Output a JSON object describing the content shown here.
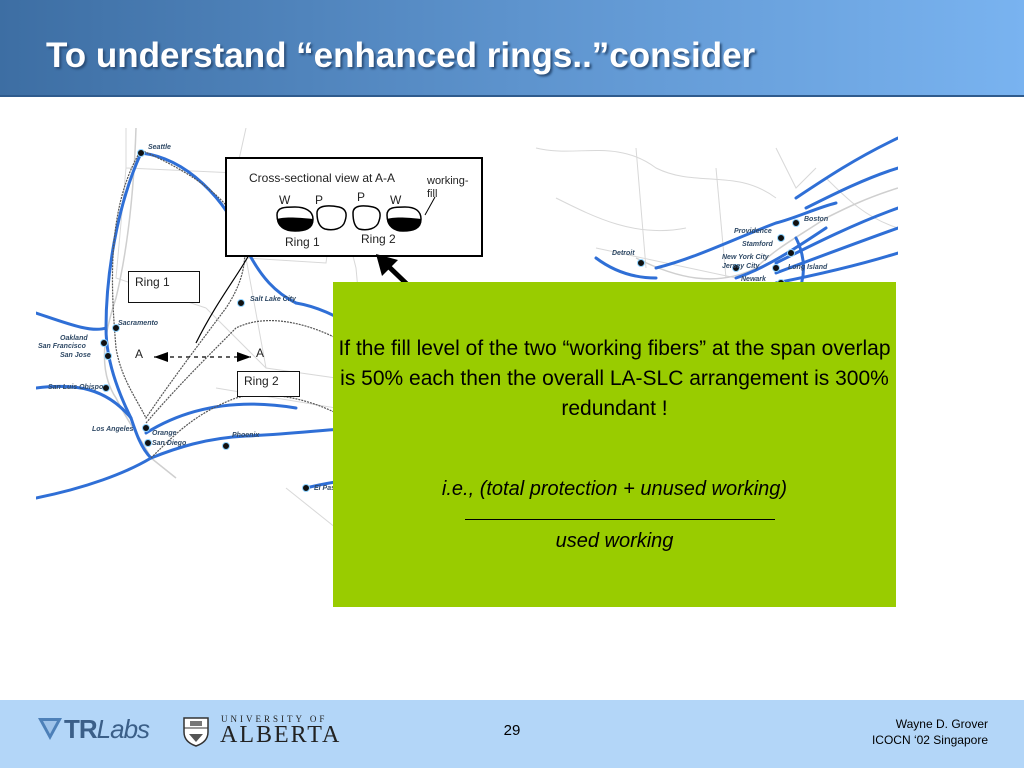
{
  "slide": {
    "title": "To understand “enhanced rings..”consider"
  },
  "map": {
    "ring1_label": "Ring 1",
    "ring2_label": "Ring 2",
    "span_end_left": "A",
    "span_end_right": "A",
    "cities": [
      "Seattle",
      "Sacramento",
      "Oakland",
      "San Francisco",
      "San Jose",
      "San Luis Obispo",
      "Los Angeles",
      "Orange",
      "San Diego",
      "Salt Lake City",
      "Phoenix",
      "El Paso",
      "Detroit",
      "Boston",
      "Providence",
      "Stamford",
      "New York City",
      "Jersey City",
      "Long Island",
      "Newark"
    ]
  },
  "inset": {
    "caption": "Cross-sectional view at A-A",
    "working_fill_label": "working-\nfill",
    "fiber_labels": [
      "W",
      "P",
      "P",
      "W"
    ],
    "ring1_label": "Ring 1",
    "ring2_label": "Ring 2"
  },
  "callout": {
    "main_text": "If the fill level of the two “working fibers” at the span overlap is 50% each then the overall LA-SLC arrangement is 300% redundant !",
    "numerator": "i.e.,   (total protection + unused working)",
    "denominator": "used working",
    "background": "#99cc00"
  },
  "footer": {
    "page_number": "29",
    "author": "Wayne D. Grover",
    "event": "ICOCN ‘02 Singapore",
    "logo_trlabs_tr": "TR",
    "logo_trlabs_labs": "Labs",
    "logo_ua_top": "UNIVERSITY OF",
    "logo_ua_main": "ALBERTA"
  },
  "colors": {
    "header_start": "#3d6ea3",
    "header_end": "#79b3f0",
    "footer": "#b3d6f8",
    "route_blue": "#2f6fd6"
  }
}
